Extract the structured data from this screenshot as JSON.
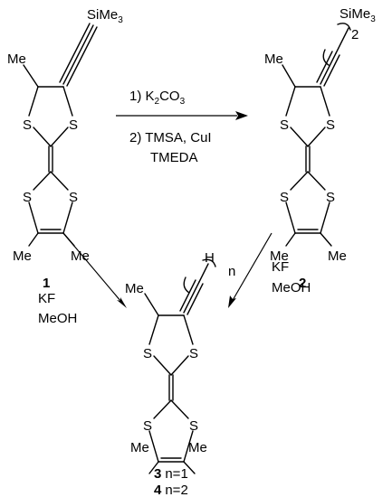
{
  "atoms": {
    "sulfur": "S",
    "methyl": "Me",
    "hydrogen": "H",
    "trimethylsilyl": "SiMe",
    "trimethylsilyl_sub": "3"
  },
  "compounds": {
    "c1": {
      "number": "1"
    },
    "c2": {
      "number": "2",
      "repeat": "2"
    },
    "c34": {
      "repeat": "n",
      "label_line1_num": "3",
      "label_line1_text": "n=1",
      "label_line2_num": "4",
      "label_line2_text": "n=2"
    }
  },
  "reactions": {
    "top": {
      "step1_prefix": "1) K",
      "step1_sub": "2",
      "step1_suffix": "CO",
      "step1_sub2": "3",
      "step2_line1": "2) TMSA, CuI",
      "step2_line2": "TMEDA"
    },
    "left": {
      "line1": "KF",
      "line2": "MeOH"
    },
    "right": {
      "line1": "KF",
      "line2": "MeOH"
    }
  }
}
